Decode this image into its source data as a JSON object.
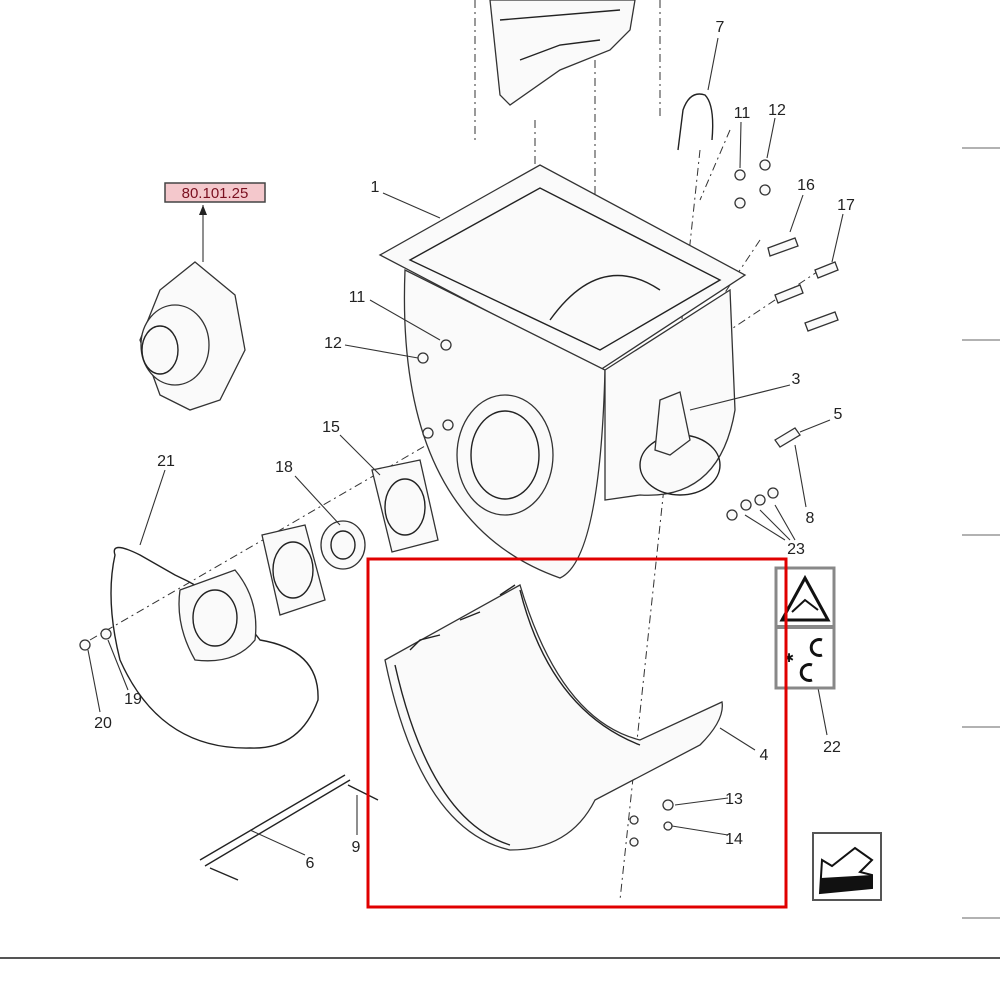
{
  "reference_tag": "80.101.25",
  "callouts": [
    "7",
    "11",
    "12",
    "16",
    "17",
    "1",
    "11",
    "12",
    "3",
    "5",
    "15",
    "18",
    "21",
    "8",
    "23",
    "22",
    "4",
    "13",
    "14",
    "19",
    "20",
    "9",
    "6"
  ],
  "highlight_color": "#e00000",
  "reference_fill": "#f4c8cc"
}
